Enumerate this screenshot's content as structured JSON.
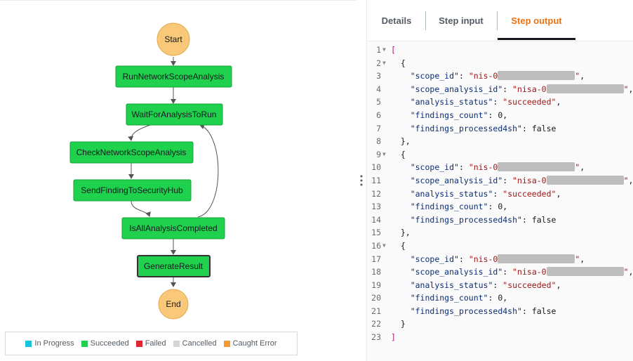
{
  "graph": {
    "nodes": [
      {
        "id": "start",
        "label": "Start"
      },
      {
        "id": "run",
        "label": "RunNetworkScopeAnalysis"
      },
      {
        "id": "wait",
        "label": "WaitForAnalysisToRun"
      },
      {
        "id": "check",
        "label": "CheckNetworkScopeAnalysis"
      },
      {
        "id": "send",
        "label": "SendFindingToSecurityHub"
      },
      {
        "id": "isall",
        "label": "IsAllAnalysisCompleted"
      },
      {
        "id": "gen",
        "label": "GenerateResult"
      },
      {
        "id": "end",
        "label": "End"
      }
    ]
  },
  "legend": [
    {
      "label": "In Progress",
      "color": "#17c4dc"
    },
    {
      "label": "Succeeded",
      "color": "#1fd14d"
    },
    {
      "label": "Failed",
      "color": "#e0262e"
    },
    {
      "label": "Cancelled",
      "color": "#d5d5d5"
    },
    {
      "label": "Caught Error",
      "color": "#f79932"
    }
  ],
  "tabs": [
    {
      "label": "Details",
      "active": false
    },
    {
      "label": "Step input",
      "active": false
    },
    {
      "label": "Step output",
      "active": true
    }
  ],
  "code": {
    "line_numbers": [
      "1",
      "2",
      "3",
      "4",
      "5",
      "6",
      "7",
      "8",
      "9",
      "10",
      "11",
      "12",
      "13",
      "14",
      "15",
      "16",
      "17",
      "18",
      "19",
      "20",
      "21",
      "22",
      "23"
    ],
    "fold_marker": "▼",
    "open_bracket": "[",
    "close_bracket": "]",
    "open_brace": "{",
    "close_brace": "}",
    "close_brace_comma": "},",
    "keys": {
      "scope_id": "\"scope_id\"",
      "scope_analysis_id": "\"scope_analysis_id\"",
      "analysis_status": "\"analysis_status\"",
      "findings_count": "\"findings_count\"",
      "findings_processed4sh": "\"findings_processed4sh\""
    },
    "colon": ": ",
    "comma": ",",
    "quote": "\"",
    "scope_id_prefix": "\"nis-0",
    "scope_analysis_id_prefix": "\"nisa-0",
    "status_value": "\"succeeded\"",
    "count_value": "0",
    "processed_value": "false"
  }
}
